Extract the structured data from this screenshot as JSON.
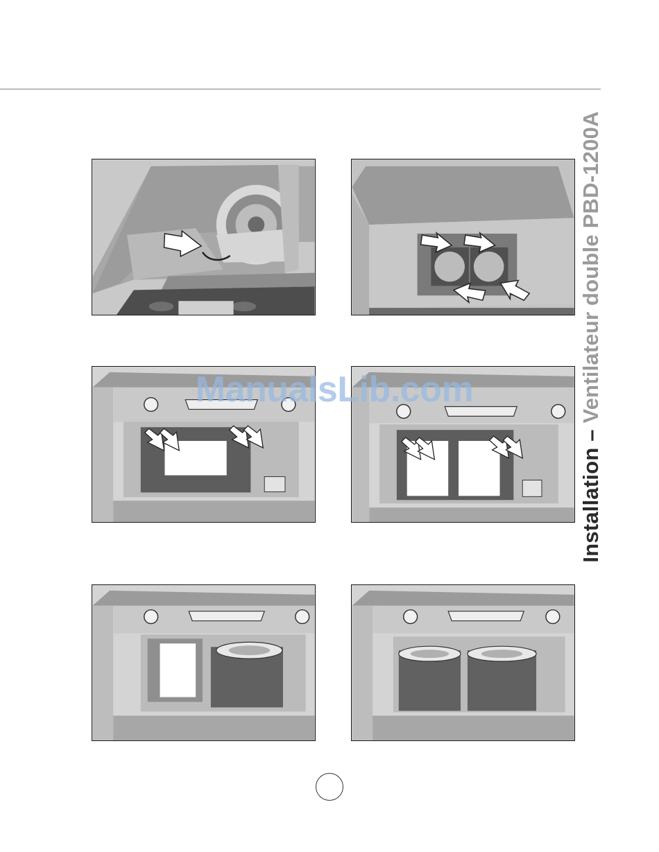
{
  "header": {
    "title_main": "Installation – ",
    "title_sub": "Ventilateur double PBD-1200A"
  },
  "watermark": {
    "text": "ManualsLib.com"
  },
  "figures": [
    {
      "id": "fig1",
      "subject": "hood-interior-blower-wire"
    },
    {
      "id": "fig2",
      "subject": "hood-underside-two-blowers"
    },
    {
      "id": "fig3",
      "subject": "single-plate-screws"
    },
    {
      "id": "fig4",
      "subject": "double-plate-screws"
    },
    {
      "id": "fig5",
      "subject": "single-blower-installed"
    },
    {
      "id": "fig6",
      "subject": "two-blowers-installed"
    }
  ],
  "colors": {
    "rule": "#7d7d7d",
    "title_dark": "#2a2a2a",
    "title_light": "#9a9a9a",
    "frame": "#1a1a1a"
  }
}
